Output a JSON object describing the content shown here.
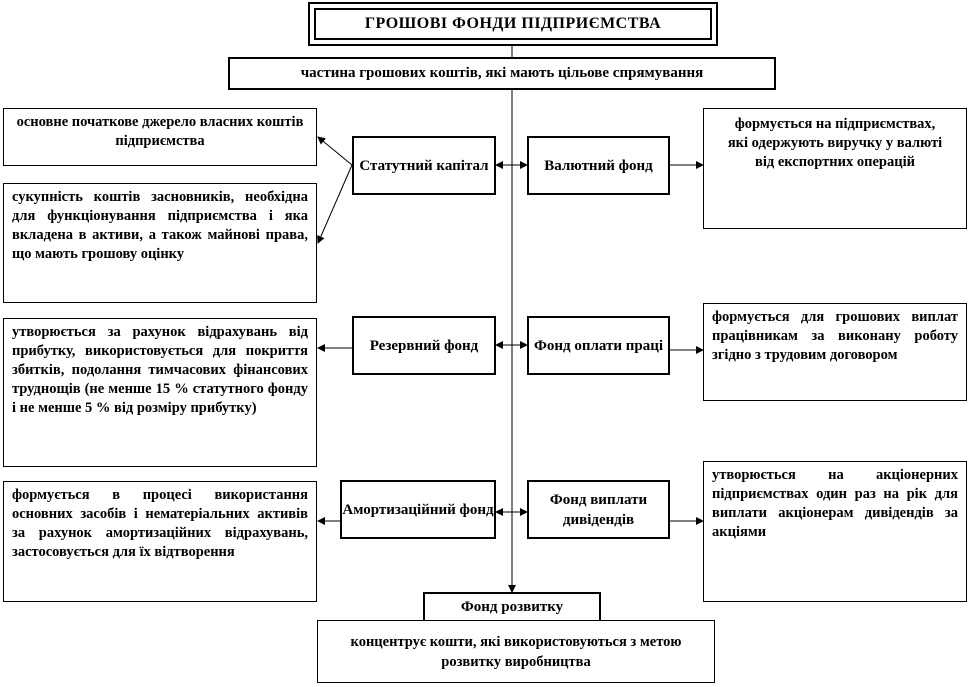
{
  "title": "ГРОШОВІ ФОНДИ ПІДПРИЄМСТВА",
  "subtitle": "частина грошових коштів, які мають цільове спрямування",
  "nodes": {
    "statutory": "Статутний капітал",
    "currency": "Валютний фонд",
    "reserve": "Резервний фонд",
    "wage": "Фонд оплати праці",
    "amortization": "Амортизаційний фонд",
    "dividend": "Фонд виплати дивідендів",
    "development": "Фонд розвитку"
  },
  "descriptions": {
    "statutory_source": "основне початкове джерело власних коштів підприємства",
    "statutory_total": "сукупність коштів засновників, необхідна для функціонування підприємства і яка вкладена в активи, а також майнові права, що мають грошову оцінку",
    "currency": "формується на підприємствах, які одержують виручку у валюті від експортних операцій",
    "reserve": "утворюється за рахунок відрахувань від прибутку, використовується для покриття збитків, подолання тимчасових фінансових труднощів (не менше 15 % статутного фонду і не менше 5 % від розміру прибутку)",
    "wage": "формується для грошових виплат працівникам за виконану роботу згідно з трудовим договором",
    "amortization": "формується в процесі використання основних засобів і нематеріальних активів за рахунок амортизаційних відрахувань, застосовується для їх відтворення",
    "dividend": "утворюється на акціонерних підприємствах один раз на рік для виплати акціонерам дивідендів за акціями",
    "development": "концентрує кошти, які використовуються з метою розвитку виробництва"
  }
}
